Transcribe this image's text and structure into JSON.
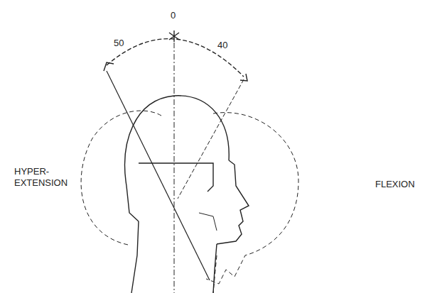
{
  "diagram": {
    "labels": [
      "0",
      "50",
      "40",
      "HYPER- EXTENSION",
      "FLEXION"
    ]
  }
}
